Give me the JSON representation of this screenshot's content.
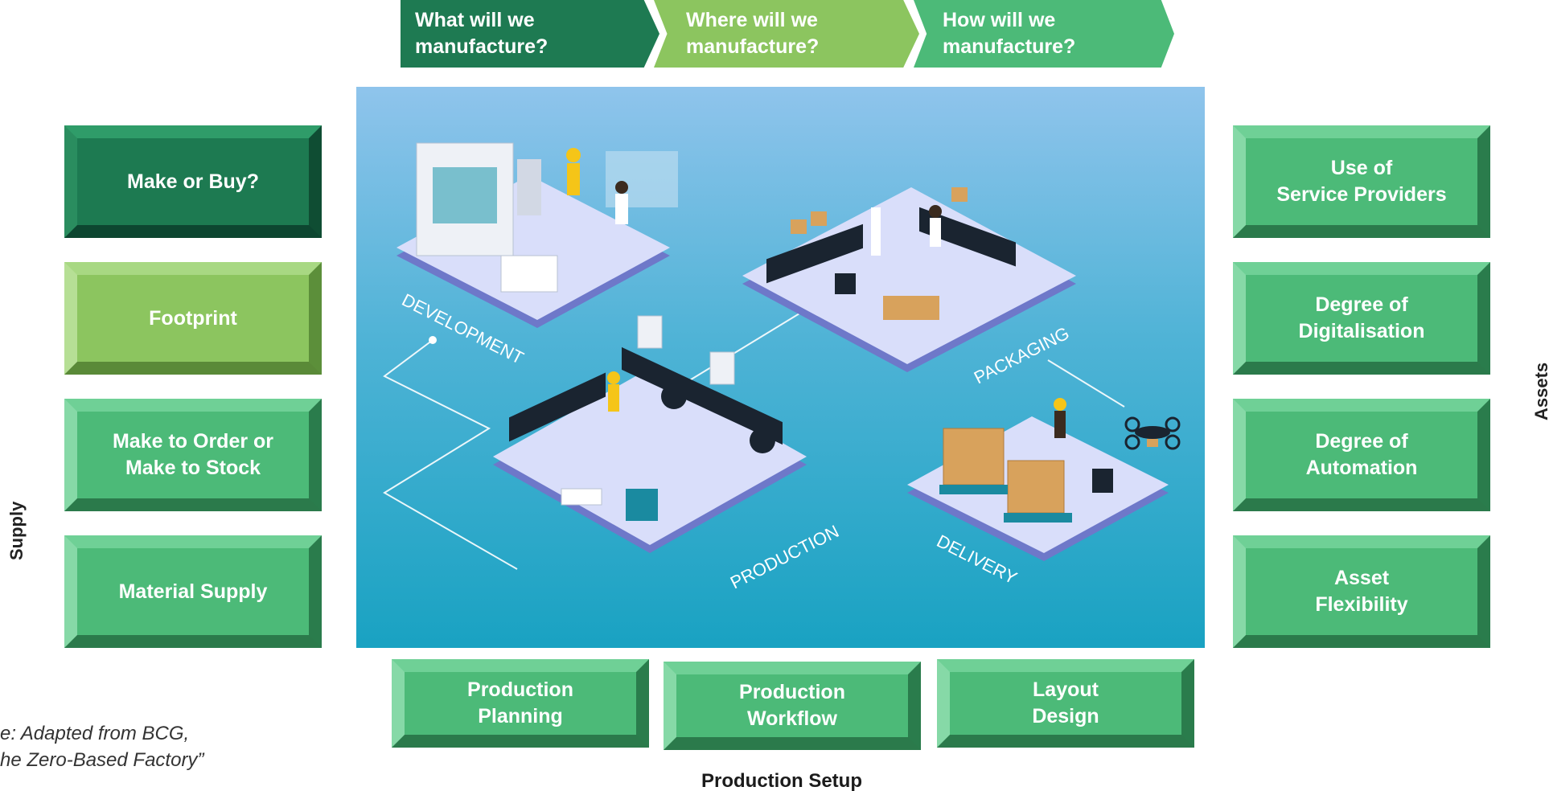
{
  "header": {
    "steps": [
      "What will we\nmanufacture?",
      "Where will we\nmanufacture?",
      "How will we\nmanufacture?"
    ]
  },
  "left_column": {
    "tiles": [
      "Make or Buy?",
      "Footprint",
      "Make to Order or\nMake to Stock",
      "Material Supply"
    ]
  },
  "right_column": {
    "tiles": [
      "Use of\nService Providers",
      "Degree of\nDigitalisation",
      "Degree of\nAutomation",
      "Asset\nFlexibility"
    ]
  },
  "bottom_row": {
    "tiles": [
      "Production\nPlanning",
      "Production\nWorkflow",
      "Layout\nDesign"
    ]
  },
  "axis_labels": {
    "left": "Supply",
    "right": "Assets",
    "bottom": "Production Setup"
  },
  "scene": {
    "zones": [
      "DEVELOPMENT",
      "PACKAGING",
      "PRODUCTION",
      "DELIVERY"
    ]
  },
  "source_note": "e: Adapted from BCG,\nhe Zero-Based Factory”",
  "colors": {
    "dark_green": "#1d7a51",
    "light_green": "#8cc55f",
    "mid_green": "#4cba78",
    "scene_top": "#8fc4ec",
    "scene_bottom": "#19a2c2"
  }
}
